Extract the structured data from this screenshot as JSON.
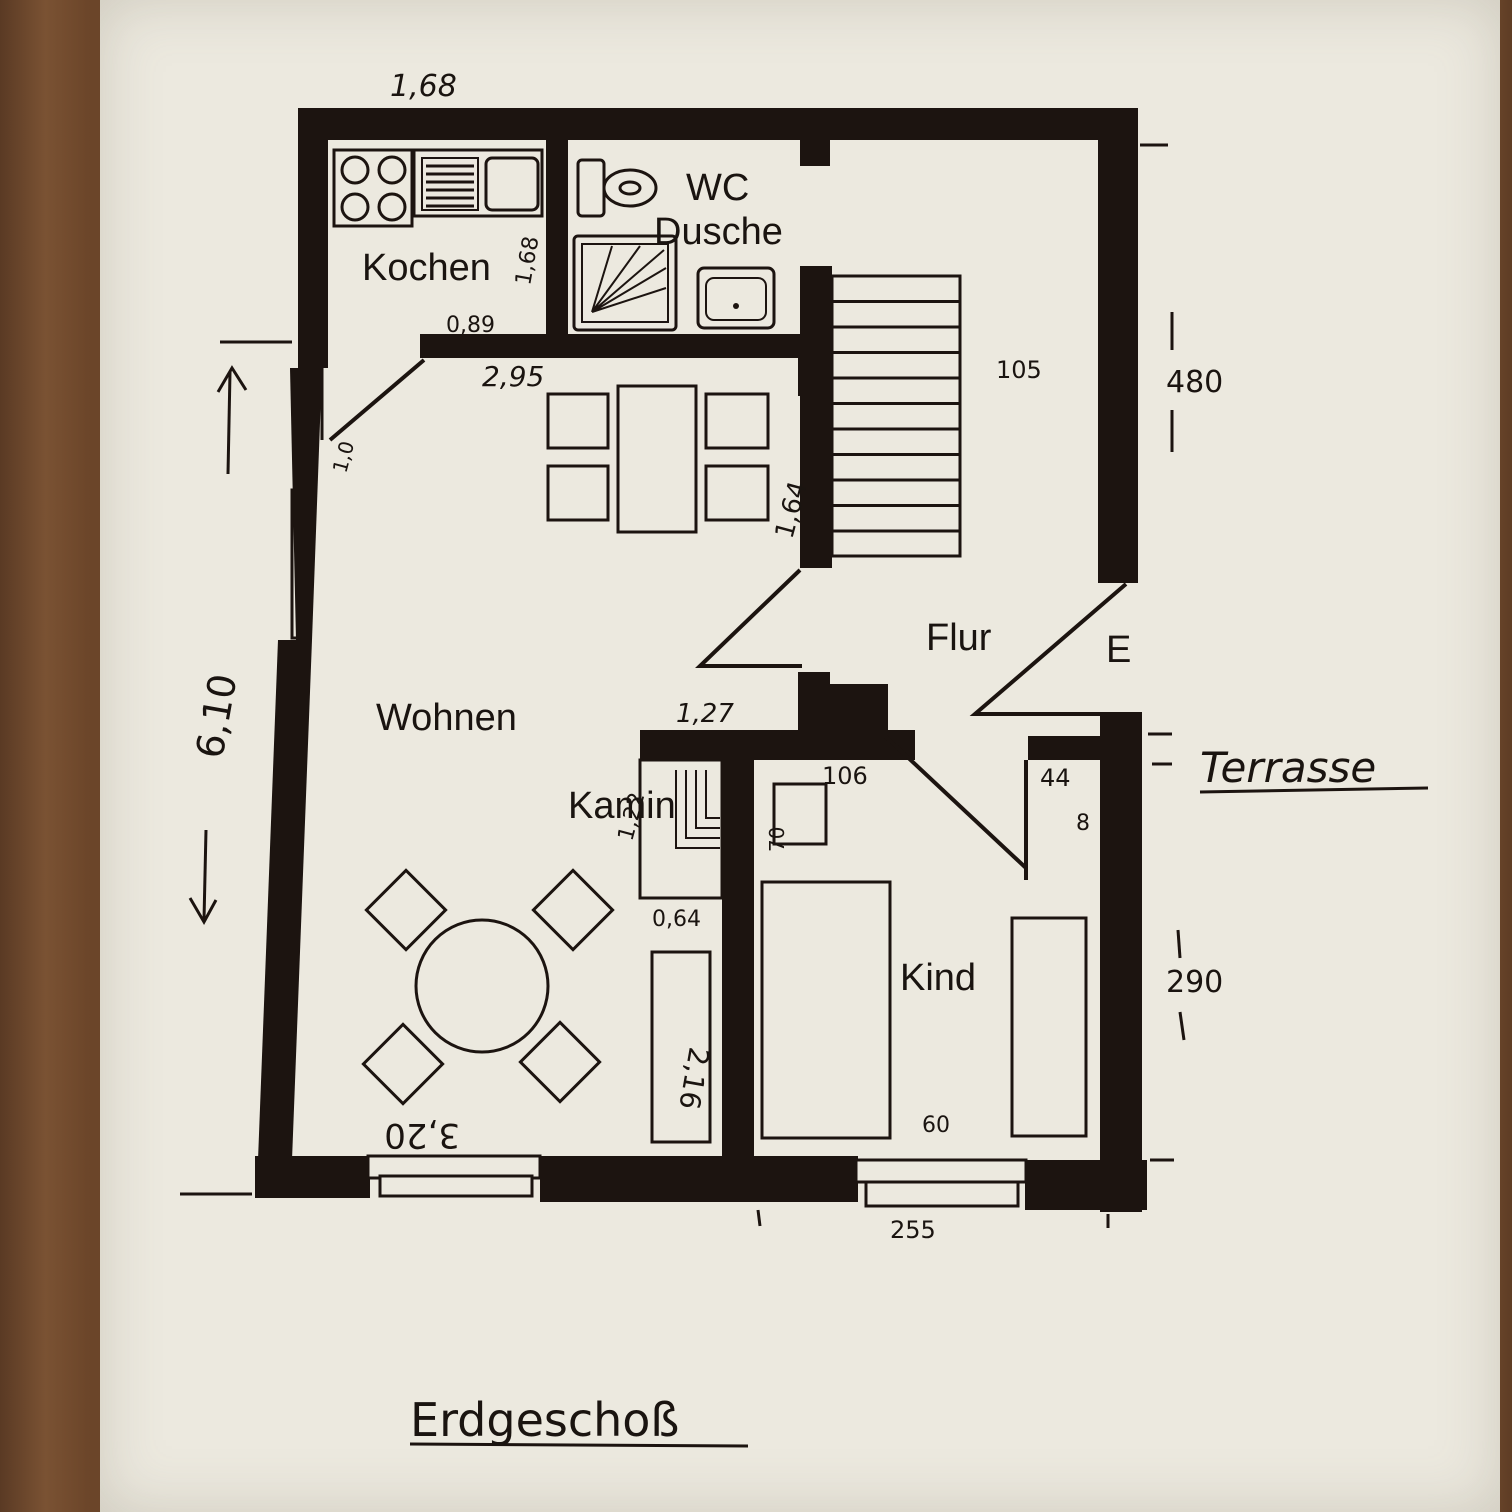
{
  "rooms": {
    "kochen": "Kochen",
    "wc": "WC",
    "dusche": "Dusche",
    "wohnen": "Wohnen",
    "flur": "Flur",
    "kamin": "Kamin",
    "kind": "Kind",
    "e": "E"
  },
  "terrasse": "Terrasse",
  "title": "Erdgeschoß",
  "dimensions": {
    "top_width": "1,68",
    "kitchen_height": "1,68",
    "kitchen_width": "0,89",
    "dining_width": "2,95",
    "stair_width": "105",
    "right_upper": "480",
    "door_width": "1,0",
    "dining_height": "1,64",
    "left_height": "6,10",
    "hall_opening": "1,27",
    "kamin_depth": "1,22",
    "kamin_width": "0,64",
    "shelf_length": "2,16",
    "living_width": "3,20",
    "kind_door": "106",
    "kind_small_a": "44",
    "kind_small_b": "8",
    "kind_small_c": "70",
    "bed_gap": "60",
    "right_lower": "290",
    "bottom_width": "255"
  }
}
